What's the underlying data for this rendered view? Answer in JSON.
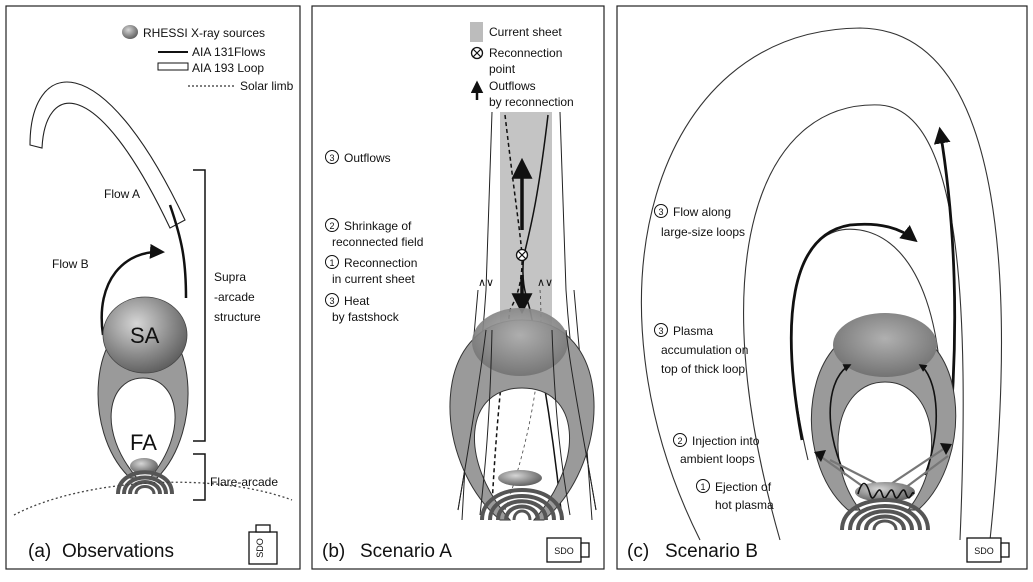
{
  "panels": {
    "a": {
      "caption_id": "(a)",
      "caption_title": "Observations",
      "legend": {
        "rhessi": "RHESSI X-ray sources",
        "aia131": "AIA 131Flows",
        "aia193": "AIA 193 Loop",
        "limb": "Solar limb"
      },
      "flow_a": "Flow A",
      "flow_b": "Flow B",
      "sa": "SA",
      "fa": "FA",
      "supra_line1": "Supra",
      "supra_line2": "-arcade",
      "supra_line3": "structure",
      "flare_arcade": "Flare-arcade",
      "sdo": "SDO"
    },
    "b": {
      "caption_id": "(b)",
      "caption_title": "Scenario A",
      "legend": {
        "current_sheet": "Current sheet",
        "recon_point_1": "Reconnection",
        "recon_point_2": "point",
        "outflows_1": "Outflows",
        "outflows_2": "by reconnection"
      },
      "step_outflows_num": "3",
      "step_outflows": "Outflows",
      "step_shrink_num": "2",
      "step_shrink_1": "Shrinkage of",
      "step_shrink_2": "reconnected field",
      "step_recon_num": "1",
      "step_recon_1": "Reconnection",
      "step_recon_2": "in current sheet",
      "step_heat_num": "3",
      "step_heat_1": "Heat",
      "step_heat_2": "by fastshock",
      "sdo": "SDO"
    },
    "c": {
      "caption_id": "(c)",
      "caption_title": "Scenario B",
      "step_flow_num": "3",
      "step_flow_1": "Flow along",
      "step_flow_2": "large-size loops",
      "step_plasma_num": "3",
      "step_plasma_1": "Plasma",
      "step_plasma_2": "accumulation on",
      "step_plasma_3": "top of thick loop",
      "step_inject_num": "2",
      "step_inject_1": "Injection into",
      "step_inject_2": "ambient loops",
      "step_eject_num": "1",
      "step_eject_1": "Ejection of",
      "step_eject_2": "hot plasma",
      "sdo": "SDO"
    }
  }
}
